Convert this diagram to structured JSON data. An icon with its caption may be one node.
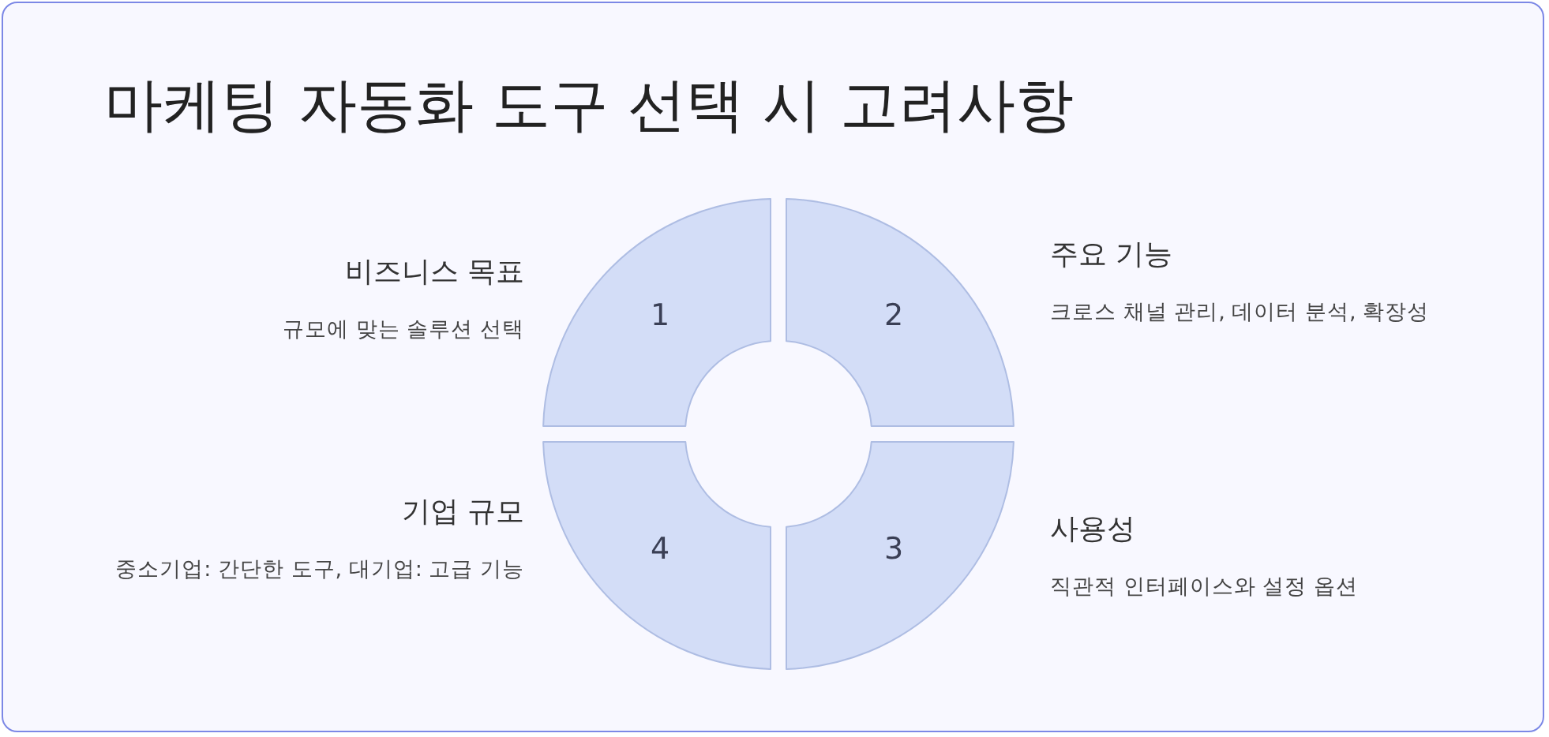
{
  "diagram": {
    "title": "마케팅 자동화 도구 선택 시 고려사항",
    "nodes": [
      {
        "text": [
          "1"
        ],
        "beside": [
          "비즈니스 목표",
          "규모에 맞는 솔루션 선택"
        ]
      },
      {
        "text": [
          "2"
        ],
        "beside": [
          "주요 기능",
          "크로스 채널 관리, 데이터 분석, 확장성"
        ]
      },
      {
        "text": [
          "3"
        ],
        "beside": [
          "사용성",
          "직관적 인터페이스와 설정 옵션"
        ]
      },
      {
        "text": [
          "4"
        ],
        "beside": [
          "기업 규모",
          "중소기업: 간단한 도구, 대기업: 고급 기능"
        ]
      }
    ]
  }
}
